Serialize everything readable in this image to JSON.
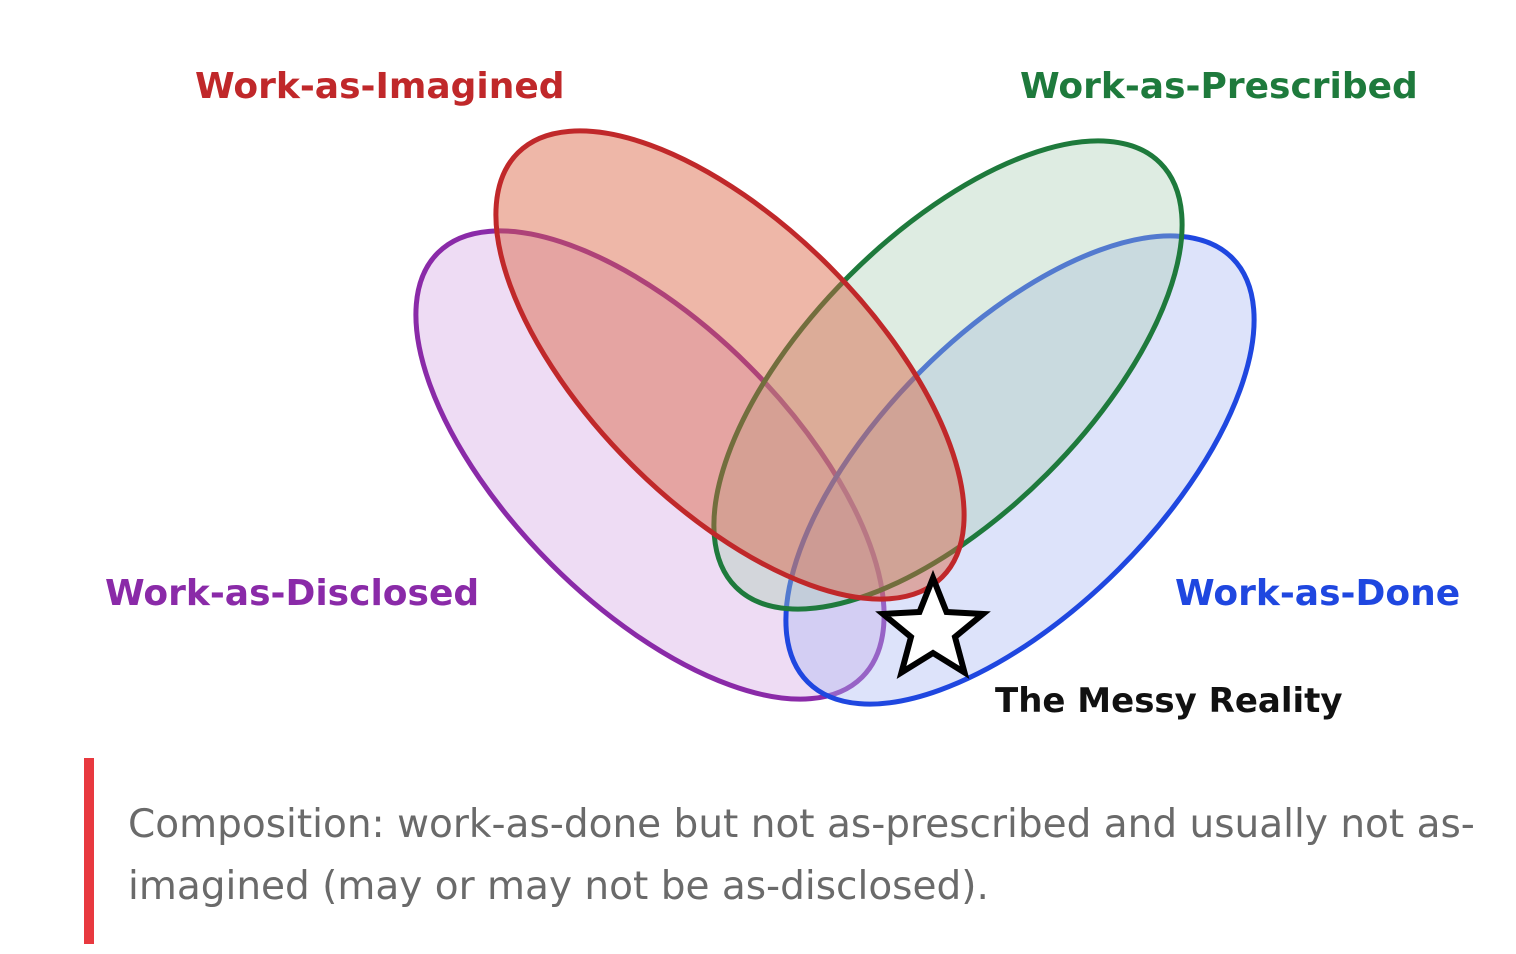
{
  "diagram": {
    "sets": [
      {
        "id": "imagined",
        "label": "Work-as-Imagined",
        "color": "#c0282a",
        "fill": "#d9603f"
      },
      {
        "id": "prescribed",
        "label": "Work-as-Prescribed",
        "color": "#1e7a3c",
        "fill": "#a9cdb4"
      },
      {
        "id": "disclosed",
        "label": "Work-as-Disclosed",
        "color": "#8a2aa8",
        "fill": "#d9b2e6"
      },
      {
        "id": "done",
        "label": "Work-as-Done",
        "color": "#1f47e0",
        "fill": "#aab8f2"
      }
    ],
    "marker": {
      "label": "The Messy Reality",
      "icon": "star-outline-icon"
    }
  },
  "caption": {
    "text": "Composition: work-as-done but not as-prescribed and usually not as-imagined (may or may not be as-disclosed).",
    "accent_color": "#e8393f"
  }
}
